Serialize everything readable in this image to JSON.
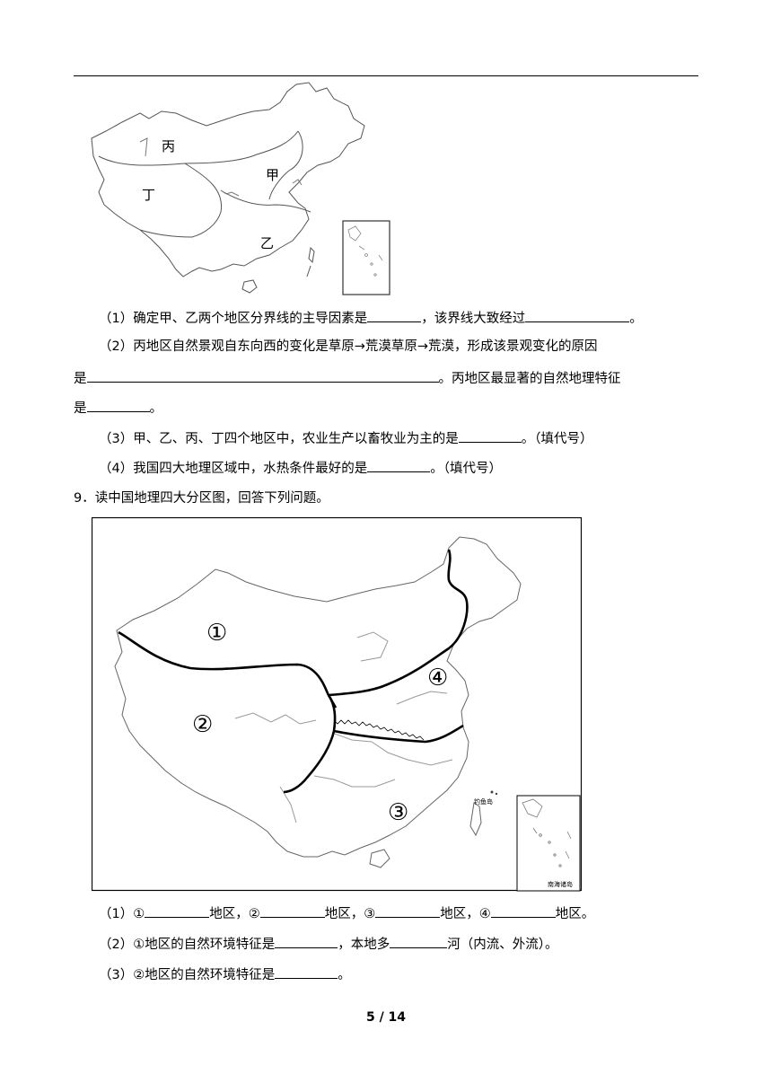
{
  "map1": {
    "region_labels": {
      "bing": "丙",
      "jia": "甲",
      "ding": "丁",
      "yi": "乙"
    }
  },
  "q8": {
    "p1": {
      "a": "（1）确定甲、乙两个地区分界线的主导因素是",
      "b": "，该界线大致经过",
      "c": "。"
    },
    "p2": {
      "a": "（2）丙地区自然景观自东向西的变化是草原→荒漠草原→荒漠，形成该景观变化的原因",
      "b": "是",
      "c": "。丙地区最显著的自然地理特征",
      "d": "是",
      "e": "。"
    },
    "p3": {
      "a": "（3）甲、乙、丙、丁四个地区中，农业生产以畜牧业为主的是",
      "b": "。（填代号）"
    },
    "p4": {
      "a": "（4）我国四大地理区域中，水热条件最好的是",
      "b": "。（填代号）"
    }
  },
  "q9": {
    "title": "9．读中国地理四大分区图，回答下列问题。",
    "map_labels": {
      "r1": "①",
      "r2": "②",
      "r3": "③",
      "r4": "④",
      "diaoyu": "钓鱼岛",
      "nanhai": "南海诸岛"
    },
    "p1": {
      "a": "（1）①",
      "b": "地区，②",
      "c": "地区，③",
      "d": "地区，④",
      "e": "地区。"
    },
    "p2": {
      "a": "（2）①地区的自然环境特征是",
      "b": "，本地多",
      "c": "河（内流、外流）。"
    },
    "p3": {
      "a": "（3）②地区的自然环境特征是",
      "b": "。"
    }
  },
  "footer": {
    "page": "5 / 14"
  }
}
